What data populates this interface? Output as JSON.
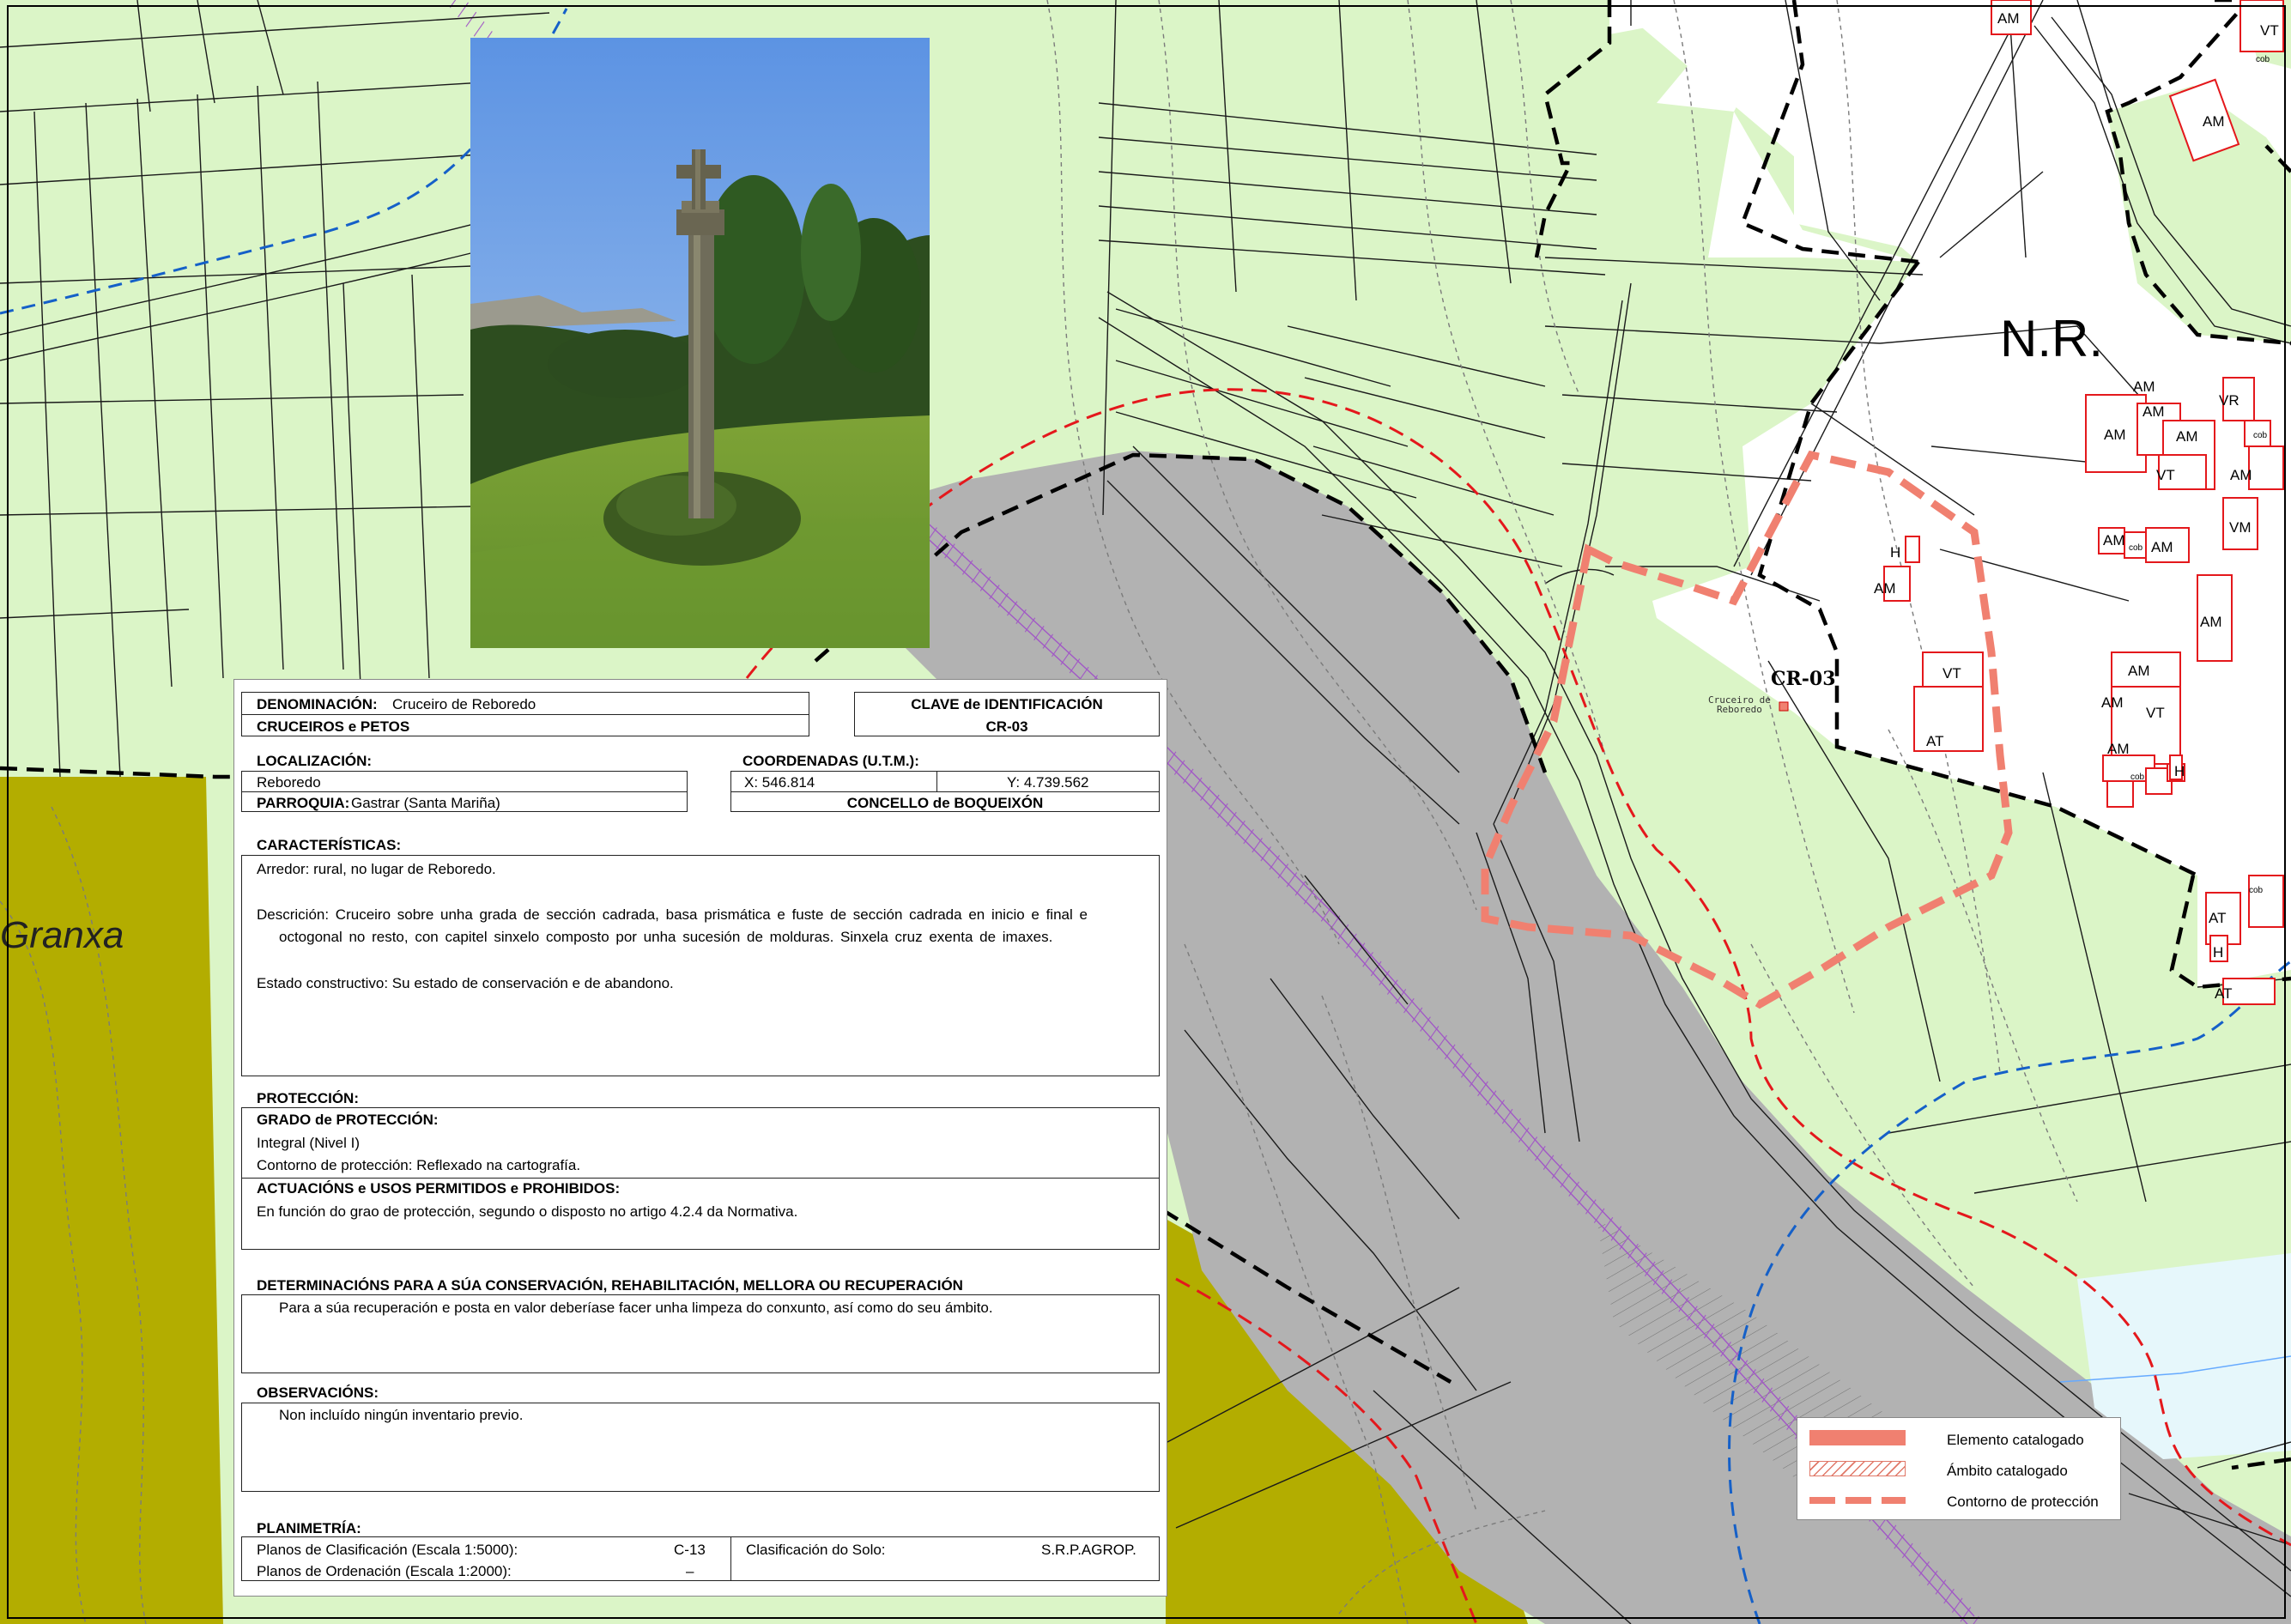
{
  "map": {
    "zone_label": "N.R.",
    "place_label": "Granxa",
    "element_code": "CR-03",
    "element_name_line1": "Cruceiro de",
    "element_name_line2": "Reboredo",
    "building_codes": {
      "am": "AM",
      "vt": "VT",
      "vr": "VR",
      "vm": "VM",
      "at": "AT",
      "h": "H",
      "cob": "cob"
    }
  },
  "card": {
    "denominacion_label": "DENOMINACIÓN:",
    "denominacion_value": "Cruceiro de Reboredo",
    "category": "CRUCEIROS e PETOS",
    "clave_label": "CLAVE de IDENTIFICACIÓN",
    "clave_value": "CR-03",
    "localizacion_label": "LOCALIZACIÓN:",
    "localizacion_value": "Reboredo",
    "parroquia_label": "PARROQUIA:",
    "parroquia_value": "Gastrar (Santa Mariña)",
    "coordenadas_label": "COORDENADAS (U.T.M.):",
    "coord_x": "X: 546.814",
    "coord_y": "Y: 4.739.562",
    "concello": "CONCELLO de BOQUEIXÓN",
    "caracteristicas_label": "CARACTERÍSTICAS:",
    "arredor": "Arredor: rural, no lugar de Reboredo.",
    "descricion_line1": "Descrición: Cruceiro sobre unha grada de sección cadrada, basa prismática e fuste de sección cadrada en inicio e final e",
    "descricion_line2": "octogonal no resto, con capitel sinxelo composto por unha sucesión de molduras. Sinxela cruz exenta de imaxes.",
    "estado": "Estado constructivo:  Su estado de conservación e de abandono.",
    "proteccion_label": "PROTECCIÓN:",
    "grado_label": "GRADO de PROTECCIÓN:",
    "grado_value": "Integral (Nivel I)",
    "contorno": "Contorno de protección: Reflexado na cartografía.",
    "actuacions_label": "ACTUACIÓNS e USOS PERMITIDOS e PROHIBIDOS:",
    "actuacions_value": "En función do grao de protección, segundo o disposto no artigo 4.2.4 da Normativa.",
    "determinacions_label": "DETERMINACIÓNS PARA A SÚA CONSERVACIÓN, REHABILITACIÓN, MELLORA OU RECUPERACIÓN",
    "determinacions_value": "Para a súa recuperación e posta en valor deberíase facer unha limpeza do conxunto, así como do seu ámbito.",
    "observacions_label": "OBSERVACIÓNS:",
    "observacions_value": "Non incluído ningún inventario previo.",
    "planimetria_label": "PLANIMETRÍA:",
    "planos_clas_label": "Planos de Clasificación (Escala 1:5000):",
    "planos_clas_value": "C-13",
    "planos_ord_label": "Planos de Ordenación   (Escala 1:2000):",
    "planos_ord_value": "–",
    "clasificacion_label": "Clasificación do Solo:",
    "clasificacion_value": "S.R.P.AGROP."
  },
  "legend": {
    "items": [
      {
        "label": "Elemento catalogado"
      },
      {
        "label": "Ámbito catalogado"
      },
      {
        "label": "Contorno de protección"
      }
    ]
  },
  "colors": {
    "rural_green": "#dbf5c7",
    "olive": "#b3ad00",
    "grey_road": "#b2b2b2",
    "protection_contour": "#f08070",
    "red_dash": "#e4181c",
    "blue_dash": "#1560c8",
    "boundary_black": "#000000",
    "rail_purple": "#a157c6",
    "water": "#e6f7fb"
  }
}
